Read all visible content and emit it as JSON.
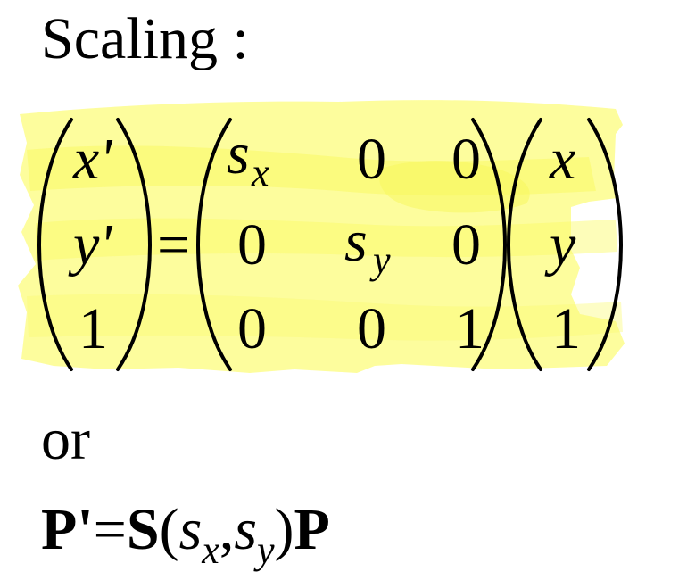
{
  "title": "Scaling :",
  "highlight_color": "#fdfd8c",
  "lhs_vector": [
    "x'",
    "y'",
    "1"
  ],
  "equals": "=",
  "matrix": {
    "r1c1": "s",
    "r1c1_sub": "x",
    "r1c2": "0",
    "r1c3": "0",
    "r2c1": "0",
    "r2c2": "s",
    "r2c2_sub": "y",
    "r2c3": "0",
    "r3c1": "0",
    "r3c2": "0",
    "r3c3": "1"
  },
  "rhs_vector": [
    "x",
    "y",
    "1"
  ],
  "connector": "or",
  "formula": {
    "lhs": "P'",
    "eq": "=",
    "func": "S",
    "open": "(",
    "arg1": "s",
    "arg1_sub": "x",
    "comma": ",",
    "arg2": "s",
    "arg2_sub": "y",
    "close": ")",
    "rhs": "P"
  }
}
